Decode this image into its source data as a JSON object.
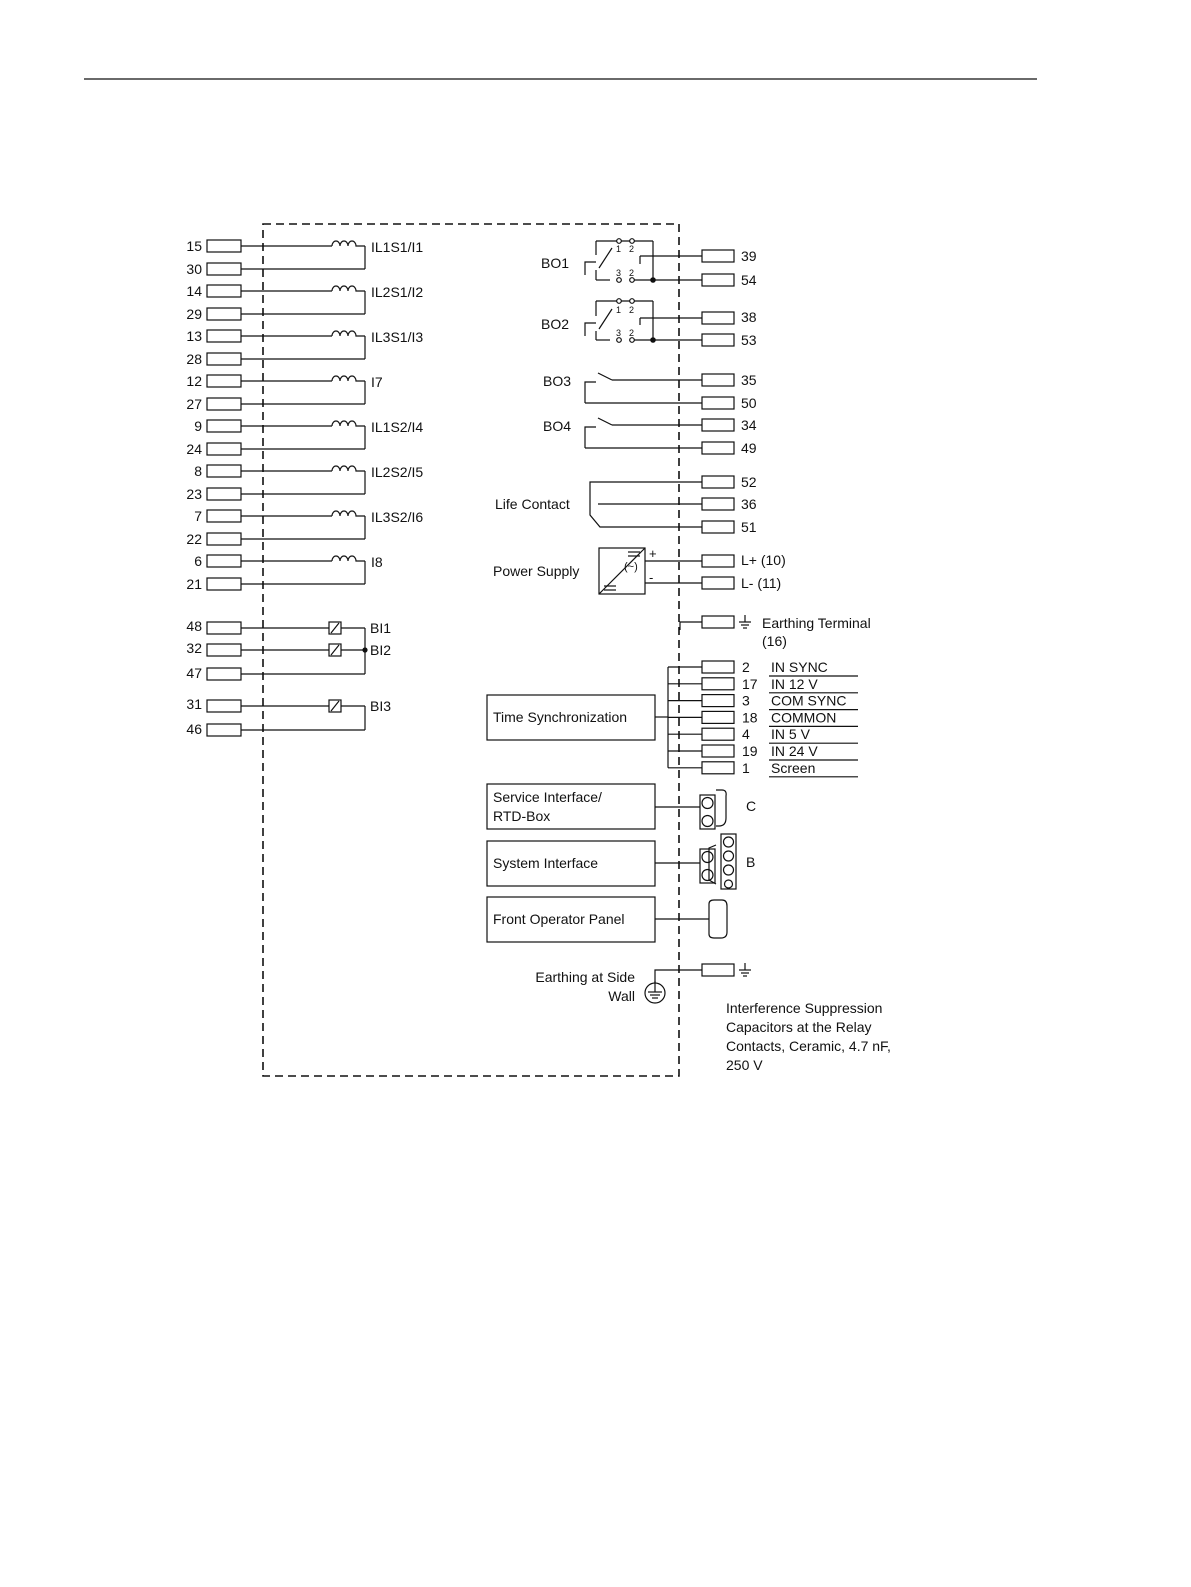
{
  "colors": {
    "line": "#111111",
    "background": "#ffffff"
  },
  "ct_inputs": [
    {
      "label": "IL1S1/I1",
      "t1": "15",
      "t2": "30"
    },
    {
      "label": "IL2S1/I2",
      "t1": "14",
      "t2": "29"
    },
    {
      "label": "IL3S1/I3",
      "t1": "13",
      "t2": "28"
    },
    {
      "label": "I7",
      "t1": "12",
      "t2": "27"
    },
    {
      "label": "IL1S2/I4",
      "t1": "9",
      "t2": "24"
    },
    {
      "label": "IL2S2/I5",
      "t1": "8",
      "t2": "23"
    },
    {
      "label": "IL3S2/I6",
      "t1": "7",
      "t2": "22"
    },
    {
      "label": "I8",
      "t1": "6",
      "t2": "21"
    }
  ],
  "binary_inputs": {
    "bi1": {
      "label": "BI1",
      "terminal": "48"
    },
    "bi2": {
      "label": "BI2",
      "terminal": "32"
    },
    "common_12": "47",
    "bi3": {
      "label": "BI3",
      "terminal": "31"
    },
    "common_3": "46"
  },
  "binary_outputs": [
    {
      "label": "BO1",
      "t1": "39",
      "t2": "54",
      "pins": [
        "1",
        "2",
        "3",
        "2"
      ]
    },
    {
      "label": "BO2",
      "t1": "38",
      "t2": "53",
      "pins": [
        "1",
        "2",
        "3",
        "2"
      ]
    },
    {
      "label": "BO3",
      "t1": "35",
      "t2": "50"
    },
    {
      "label": "BO4",
      "t1": "34",
      "t2": "49"
    }
  ],
  "life_contact": {
    "label": "Life Contact",
    "terminals": [
      "52",
      "36",
      "51"
    ]
  },
  "power_supply": {
    "label": "Power Supply",
    "plus_sign": "+",
    "minus_sign": "-",
    "tilde": "(~)",
    "t_plus": "L+ (10)",
    "t_minus": "L- (11)"
  },
  "earthing_terminal": {
    "label": "Earthing Terminal",
    "number": "(16)"
  },
  "time_sync": {
    "label": "Time Synchronization",
    "rows": [
      {
        "num": "2",
        "name": "IN SYNC"
      },
      {
        "num": "17",
        "name": "IN 12 V"
      },
      {
        "num": "3",
        "name": "COM SYNC"
      },
      {
        "num": "18",
        "name": "COMMON"
      },
      {
        "num": "4",
        "name": "IN 5 V"
      },
      {
        "num": "19",
        "name": "IN 24 V"
      },
      {
        "num": "1",
        "name": "Screen"
      }
    ]
  },
  "interfaces": {
    "service_line1": "Service Interface/",
    "service_line2": "RTD-Box",
    "service_port": "C",
    "system": "System Interface",
    "system_port": "B",
    "front": "Front Operator Panel"
  },
  "earthing_side": {
    "line1": "Earthing at Side",
    "line2": "Wall"
  },
  "note": {
    "line1": "Interference Suppression",
    "line2": "Capacitors at the Relay",
    "line3": "Contacts, Ceramic, 4.7 nF,",
    "line4": "250 V"
  }
}
